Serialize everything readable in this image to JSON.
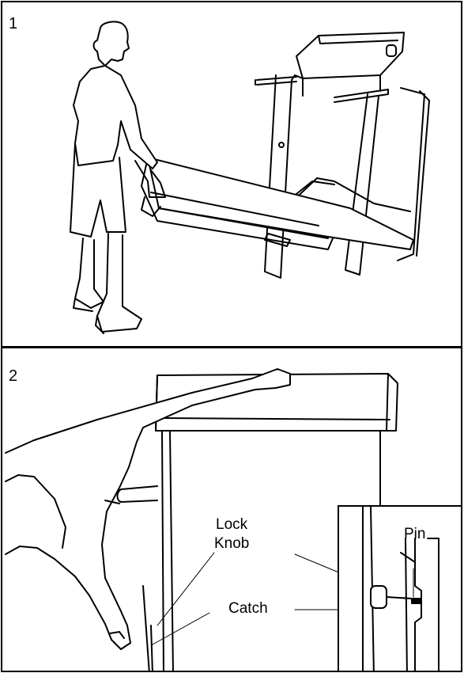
{
  "steps": [
    {
      "number": "1"
    },
    {
      "number": "2"
    }
  ],
  "callouts": {
    "lock_knob_line1": "Lock",
    "lock_knob_line2": "Knob",
    "catch": "Catch",
    "pin": "Pin"
  }
}
